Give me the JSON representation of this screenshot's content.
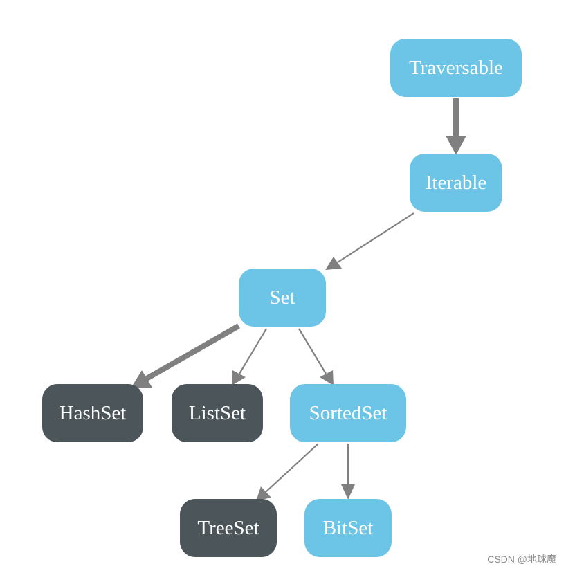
{
  "nodes": {
    "traversable": "Traversable",
    "iterable": "Iterable",
    "set": "Set",
    "hashset": "HashSet",
    "listset": "ListSet",
    "sortedset": "SortedSet",
    "treeset": "TreeSet",
    "bitset": "BitSet"
  },
  "edges": [
    {
      "from": "Traversable",
      "to": "Iterable",
      "style": "thick"
    },
    {
      "from": "Iterable",
      "to": "Set",
      "style": "thin"
    },
    {
      "from": "Set",
      "to": "HashSet",
      "style": "thick"
    },
    {
      "from": "Set",
      "to": "ListSet",
      "style": "thin"
    },
    {
      "from": "Set",
      "to": "SortedSet",
      "style": "thin"
    },
    {
      "from": "SortedSet",
      "to": "TreeSet",
      "style": "thin"
    },
    {
      "from": "SortedSet",
      "to": "BitSet",
      "style": "thin"
    }
  ],
  "colors": {
    "trait_node": "#6cc5e6",
    "concrete_node": "#4b555a",
    "edge": "#808080",
    "node_text": "#ffffff"
  },
  "watermark": "CSDN @地球魔"
}
